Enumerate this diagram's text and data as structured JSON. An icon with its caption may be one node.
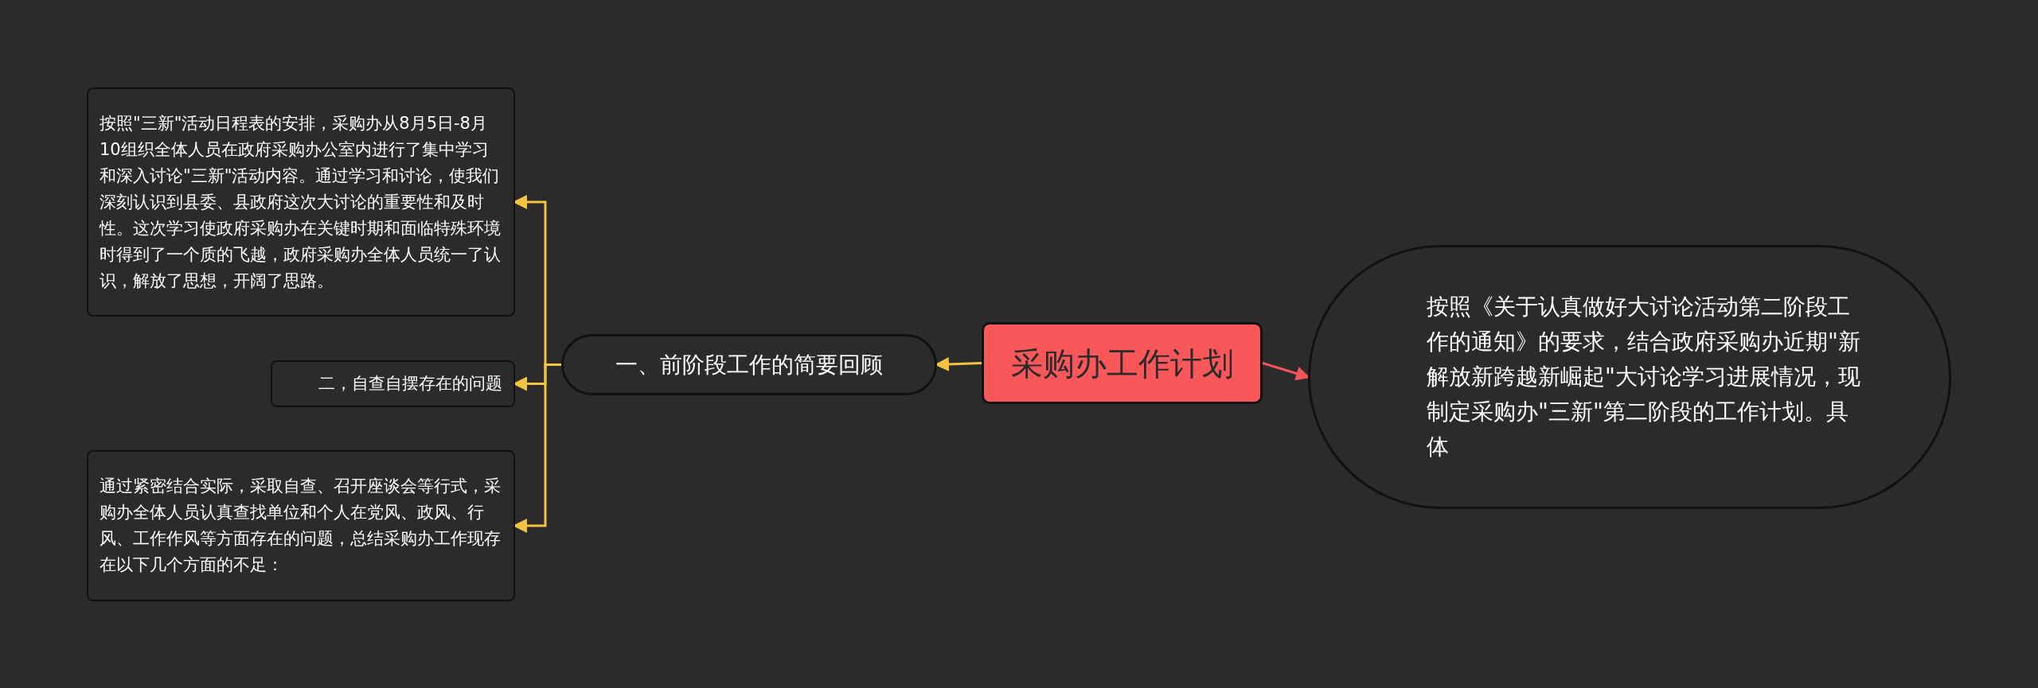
{
  "diagram": {
    "nodes": [
      {
        "text": [
          "采购办工作计划"
        ]
      },
      {
        "text": [
          "一、前阶段工作的简要回顾"
        ]
      },
      {
        "text": [
          "按照\"三新\"活动日程表的安排，采购办从8月5日-8月10组织全体人员在政府采购办公室内进行了集中学习和深入讨论\"三新\"活动内容。通过学习和讨论，使我们深刻认识到县委、县政府这次大讨论的重要性和及时性。这次学习使政府采购办在关键时期和面临特殊环境时得到了一个质的飞越，政府采购办全体人员统一了认识，解放了思想，开阔了思路。"
        ]
      },
      {
        "text": [
          "二，自查自摆存在的问题"
        ]
      },
      {
        "text": [
          "通过紧密结合实际，采取自查、召开座谈会等行式，采购办全体人员认真查找单位和个人在党风、政风、行风、工作作风等方面存在的问题，总结采购办工作现存在以下几个方面的不足："
        ]
      },
      {
        "text": [
          "按照《关于认真做好大讨论活动第二阶段工作的通知》的要求，结合政府采购办近期\"新解放新跨越新崛起\"大讨论学习进展情况，现制定采购办\"三新\"第二阶段的工作计划。具体"
        ]
      }
    ],
    "edges": [
      {
        "from": 0,
        "to": 1,
        "arrow": "to"
      },
      {
        "from": 1,
        "to": 2,
        "arrow": "to"
      },
      {
        "from": 1,
        "to": 3,
        "arrow": "to"
      },
      {
        "from": 1,
        "to": 4,
        "arrow": "to"
      },
      {
        "from": 0,
        "to": 5,
        "arrow": "to",
        "color": "#f0555a"
      }
    ]
  }
}
